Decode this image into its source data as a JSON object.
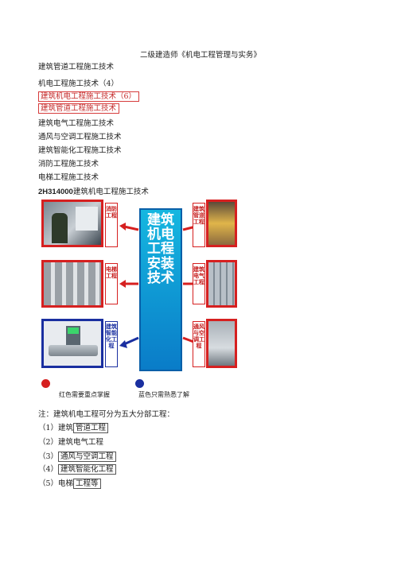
{
  "page_title": "二级建造师《机电工程管理与实务》",
  "toc": [
    "建筑管道工程施工技术",
    "机电工程施工技术（4）",
    "建筑机电工程施工技术（6）",
    "建筑管道工程施工技术",
    "建筑电气工程施工技术",
    "通风与空调工程施工技术",
    "建筑智能化工程施工技术",
    "消防工程施工技术",
    "电梯工程施工技术"
  ],
  "section": {
    "code": "2H314000",
    "title": "建筑机电工程施工技术"
  },
  "figure": {
    "center_text": "建筑机电工程安装技术",
    "left_tags": [
      "消防工程",
      "电梯工程",
      "建筑智能化工程"
    ],
    "right_tags": [
      "建筑管道工程",
      "建筑电气工程",
      "通风与空调工程"
    ],
    "legend_red": "红色需要重点掌握",
    "legend_blue": "蓝色只需熟悉了解",
    "colors": {
      "red": "#d62020",
      "blue": "#1a2fa0",
      "center": "#0a7cc8"
    }
  },
  "note": {
    "intro": "注：建筑机电工程可分为五大分部工程：",
    "items": [
      {
        "prefix": "（1）建筑",
        "boxed": "管道工程"
      },
      {
        "prefix": "（2）建筑电气工程",
        "boxed": ""
      },
      {
        "prefix": "（3）",
        "boxed": "通风与空调工程"
      },
      {
        "prefix": "（4）",
        "boxed": "建筑智能化工程"
      },
      {
        "prefix": "（5）电梯",
        "boxed": "工程等"
      }
    ]
  }
}
